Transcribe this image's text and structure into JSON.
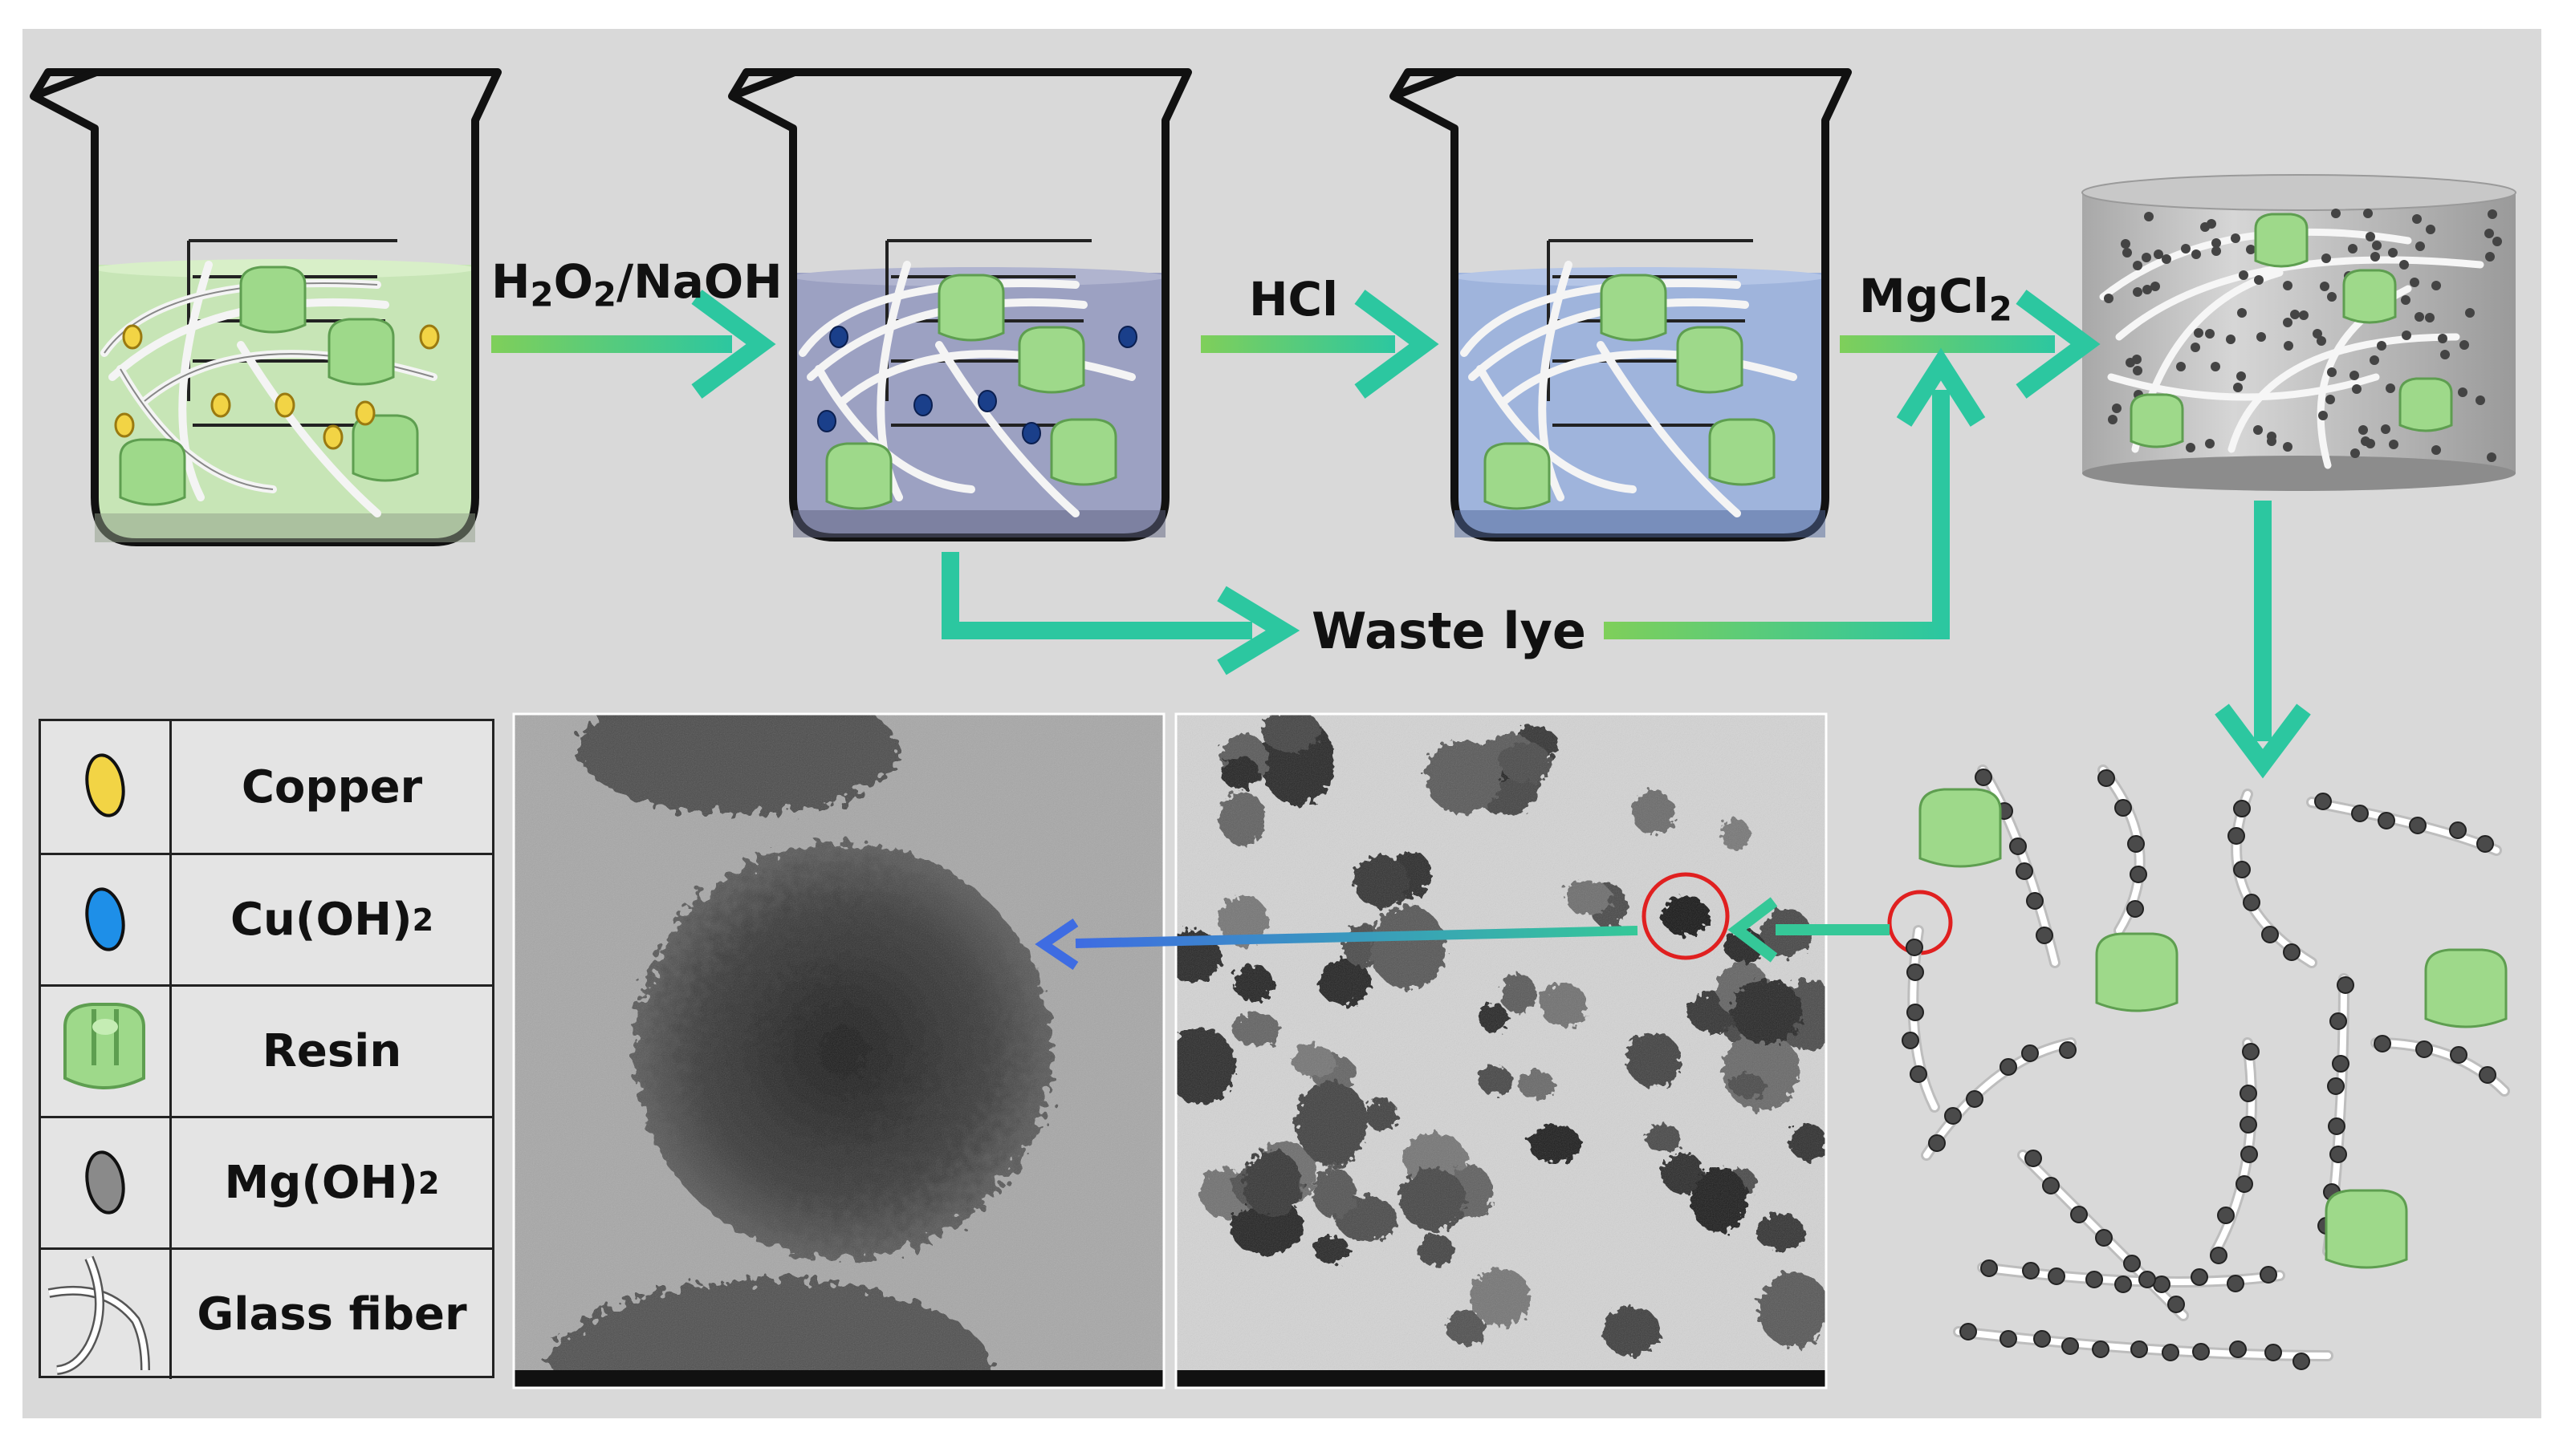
{
  "steps": {
    "step1_reagent": "H",
    "step1_reagent_sub1": "2",
    "step1_reagent_mid": "O",
    "step1_reagent_sub2": "2",
    "step1_reagent_tail": "/NaOH",
    "step2_reagent": "HCl",
    "step3_reagent": "MgCl",
    "step3_reagent_sub": "2",
    "waste": "Waste lye"
  },
  "legend": {
    "items": [
      {
        "label": "Copper",
        "sub": "",
        "icon": "copper-particle-icon",
        "color": "#f2d445"
      },
      {
        "label": "Cu(OH)",
        "sub": "2",
        "icon": "copper-hydroxide-particle-icon",
        "color": "#1e8fe8"
      },
      {
        "label": "Resin",
        "sub": "",
        "icon": "resin-block-icon",
        "color": "#9ed98a"
      },
      {
        "label": "Mg(OH)",
        "sub": "2",
        "icon": "magnesium-hydroxide-particle-icon",
        "color": "#8a8a8a"
      },
      {
        "label": "Glass fiber",
        "sub": "",
        "icon": "glass-fiber-icon",
        "color": "#ffffff"
      }
    ]
  },
  "colors": {
    "background": "#d9d9d9",
    "arrow_green": "#2fc790",
    "arrow_light": "#8fd06a",
    "arrow_blue": "#3f6fe0",
    "solution_1": "#c6e6b4",
    "solution_2": "#9ca1c2",
    "solution_3": "#9fb4dc",
    "highlight_circle": "#e02020"
  }
}
